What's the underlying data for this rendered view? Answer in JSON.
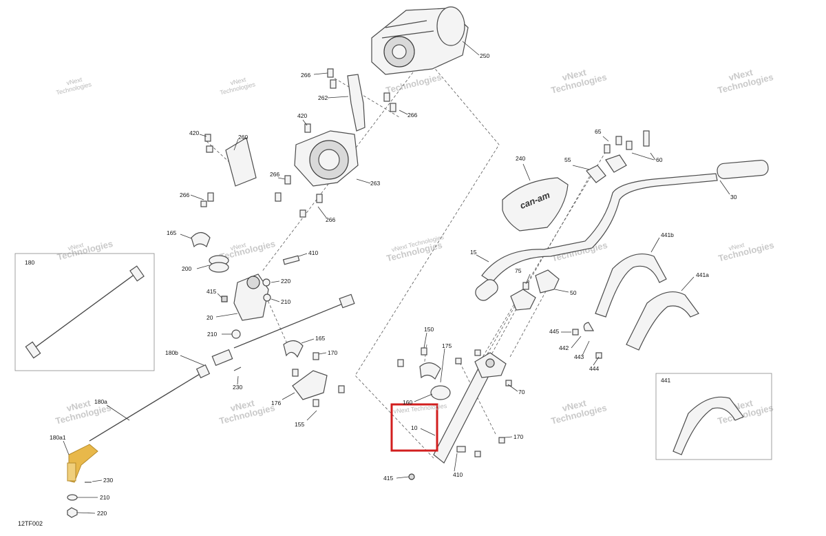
{
  "figure_id": "12TF002",
  "watermark": {
    "line1": "vNext",
    "line2": "Technologies",
    "inline": "vNext Technologies"
  },
  "brand_text": "can-am",
  "callouts": {
    "c250": "250",
    "c266a": "266",
    "c262": "262",
    "c266b": "266",
    "c420a": "420",
    "c420b": "420",
    "c260": "260",
    "c266c": "266",
    "c263": "263",
    "c266d": "266",
    "c266e": "266",
    "c165a": "165",
    "c410a": "410",
    "c200": "200",
    "c220a": "220",
    "c415a": "415",
    "c210a": "210",
    "c20": "20",
    "c210b": "210",
    "c165b": "165",
    "c180": "180",
    "c180b": "180b",
    "c170a": "170",
    "c230a": "230",
    "c176": "176",
    "c155": "155",
    "c180a": "180a",
    "c180a1": "180a1",
    "c230b": "230",
    "c210c": "210",
    "c220b": "220",
    "c240": "240",
    "c65": "65",
    "c55": "55",
    "c60": "60",
    "c30": "30",
    "c15": "15",
    "c75": "75",
    "c50": "50",
    "c441b": "441b",
    "c441a": "441a",
    "c445": "445",
    "c442": "442",
    "c443": "443",
    "c444": "444",
    "c150": "150",
    "c175": "175",
    "c160": "160",
    "c70": "70",
    "c10": "10",
    "c170b": "170",
    "c410b": "410",
    "c415b": "415",
    "c441": "441"
  },
  "highlight_color": "#d21e1e",
  "accent_color": "#e8b84a"
}
